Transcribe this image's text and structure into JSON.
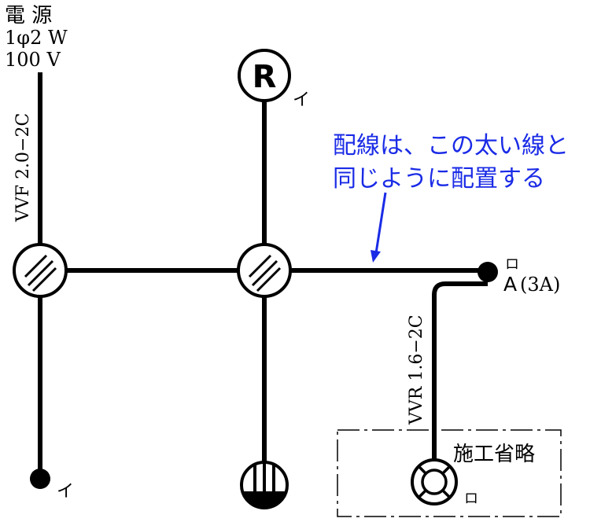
{
  "power_source": {
    "title": "電 源",
    "phase": "1φ2 W",
    "voltage": "100 V"
  },
  "cable_main": "VVF 2.0−2C",
  "cable_branch": "VVR 1.6−2C",
  "receptacle_ceiling": {
    "symbol": "R",
    "switch_label": "イ"
  },
  "annotation": {
    "line1": "配線は、この太い線と",
    "line2": "同じように配置する"
  },
  "switch_a": {
    "kana": "ロ",
    "label": "A",
    "rating": "(3A)"
  },
  "switch_bottom_left_label": "イ",
  "omitted_area_label": "施工省略",
  "pilot_light_label": "ロ",
  "colors": {
    "wire": "#000000",
    "annotation": "#1a2be6"
  }
}
